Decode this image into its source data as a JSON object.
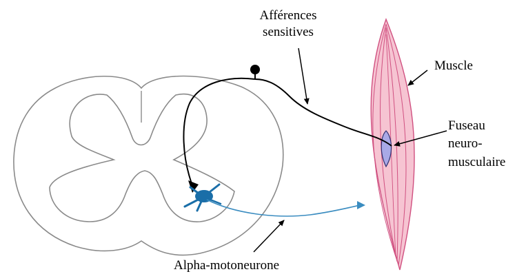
{
  "labels": {
    "afferences_line1": "Afférences",
    "afferences_line2": "sensitives",
    "muscle": "Muscle",
    "fuseau_line1": "Fuseau",
    "fuseau_line2": "neuro-",
    "fuseau_line3": "musculaire",
    "motoneurone": "Alpha-motoneurone"
  },
  "colors": {
    "outline": "#8a8a8a",
    "afferent_fiber": "#000000",
    "motoneuron": "#1a6ea8",
    "motor_axon": "#3a8cc0",
    "muscle_fill": "#f6c4d2",
    "muscle_lines": "#d05080",
    "spindle_fill": "#a9a9e6",
    "spindle_stroke": "#303070"
  }
}
